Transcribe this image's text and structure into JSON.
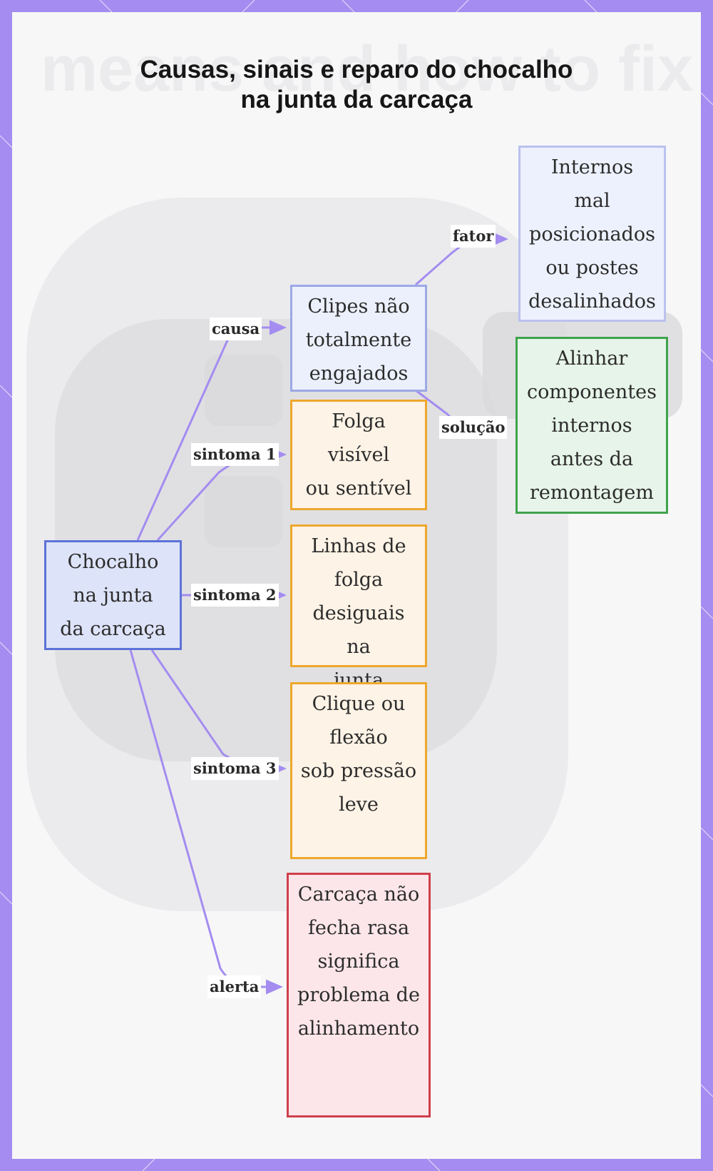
{
  "title": [
    "Causas, sinais e reparo do chocalho",
    "na junta da carcaça"
  ],
  "nodes": {
    "main": [
      "Chocalho",
      "na junta",
      "da carcaça"
    ],
    "cause": [
      "Clipes não",
      "totalmente",
      "engajados"
    ],
    "factor": [
      "Internos",
      "mal",
      "posicionados",
      "ou postes",
      "desalinhados"
    ],
    "symptom1": [
      "Folga visível",
      "ou sentível"
    ],
    "symptom2": [
      "Linhas de",
      "folga",
      "desiguais na",
      "junta"
    ],
    "symptom3": [
      "Clique ou",
      "flexão",
      "sob pressão",
      "leve"
    ],
    "alert": [
      "Carcaça não",
      "fecha rasa",
      "significa",
      "problema de",
      "alinhamento"
    ],
    "solution": [
      "Alinhar",
      "componentes",
      "internos",
      "antes da",
      "remontagem"
    ]
  },
  "edge_labels": {
    "causa": "causa",
    "fator": "fator",
    "solucao": "solução",
    "sintoma1": "sintoma 1",
    "sintoma2": "sintoma 2",
    "sintoma3": "sintoma 3",
    "alerta": "alerta"
  },
  "colors": {
    "edge": "#a48cf0",
    "main_border": "#5d72d9",
    "cause_border": "#9da8e6",
    "symptom_border": "#eda72e",
    "alert_border": "#cf3f4c",
    "solution_border": "#3fa34c"
  }
}
